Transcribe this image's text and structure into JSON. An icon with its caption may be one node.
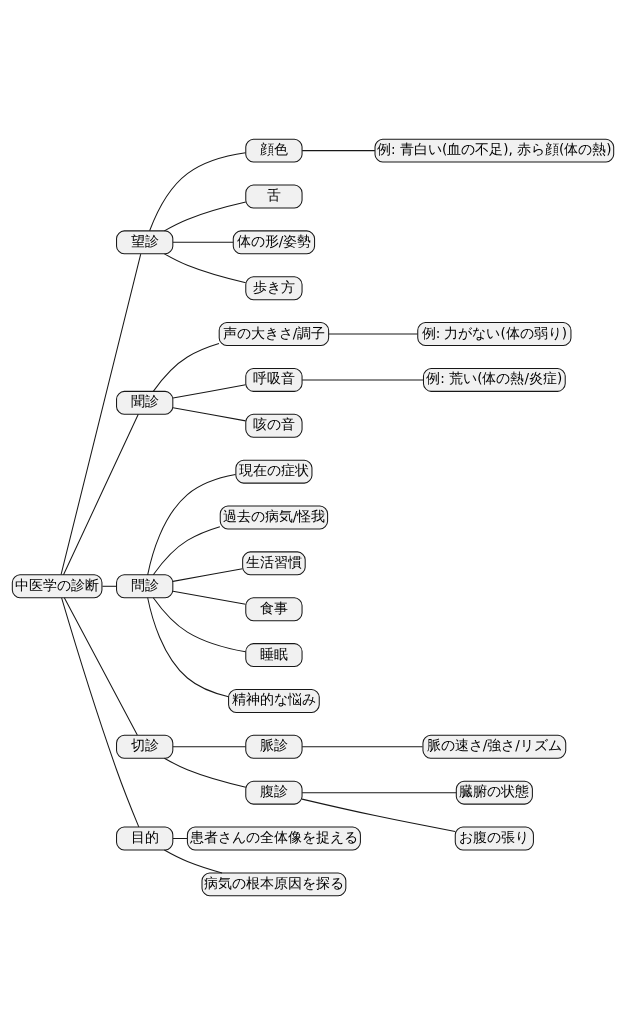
{
  "diagram": {
    "nodes": [
      {
        "text": [
          "中医学の診断"
        ]
      },
      {
        "text": [
          "望診"
        ]
      },
      {
        "text": [
          "顔色"
        ]
      },
      {
        "text": [
          "例: 青白い(血の不足), 赤ら顔(体の熱)"
        ]
      },
      {
        "text": [
          "舌"
        ]
      },
      {
        "text": [
          "体の形/姿勢"
        ]
      },
      {
        "text": [
          "歩き方"
        ]
      },
      {
        "text": [
          "聞診"
        ]
      },
      {
        "text": [
          "声の大きさ/調子"
        ]
      },
      {
        "text": [
          "例: 力がない(体の弱り)"
        ]
      },
      {
        "text": [
          "呼吸音"
        ]
      },
      {
        "text": [
          "例: 荒い(体の熱/炎症)"
        ]
      },
      {
        "text": [
          "咳の音"
        ]
      },
      {
        "text": [
          "問診"
        ]
      },
      {
        "text": [
          "現在の症状"
        ]
      },
      {
        "text": [
          "過去の病気/怪我"
        ]
      },
      {
        "text": [
          "生活習慣"
        ]
      },
      {
        "text": [
          "食事"
        ]
      },
      {
        "text": [
          "睡眠"
        ]
      },
      {
        "text": [
          "精神的な悩み"
        ]
      },
      {
        "text": [
          "切診"
        ]
      },
      {
        "text": [
          "脈診"
        ]
      },
      {
        "text": [
          "脈の速さ/強さ/リズム"
        ]
      },
      {
        "text": [
          "腹診"
        ]
      },
      {
        "text": [
          "臓腑の状態"
        ]
      },
      {
        "text": [
          "お腹の張り"
        ]
      },
      {
        "text": [
          "目的"
        ]
      },
      {
        "text": [
          "患者さんの全体像を捉える"
        ]
      },
      {
        "text": [
          "病気の根本原因を探る"
        ]
      }
    ],
    "edges": [
      {
        "from": 0,
        "to": 1,
        "arrow": "none"
      },
      {
        "from": 1,
        "to": 2,
        "arrow": "none"
      },
      {
        "from": 2,
        "to": 3,
        "arrow": "none"
      },
      {
        "from": 1,
        "to": 4,
        "arrow": "none"
      },
      {
        "from": 1,
        "to": 5,
        "arrow": "none"
      },
      {
        "from": 1,
        "to": 6,
        "arrow": "none"
      },
      {
        "from": 0,
        "to": 7,
        "arrow": "none"
      },
      {
        "from": 7,
        "to": 8,
        "arrow": "none"
      },
      {
        "from": 8,
        "to": 9,
        "arrow": "none"
      },
      {
        "from": 7,
        "to": 10,
        "arrow": "none"
      },
      {
        "from": 10,
        "to": 11,
        "arrow": "none"
      },
      {
        "from": 7,
        "to": 12,
        "arrow": "none"
      },
      {
        "from": 0,
        "to": 13,
        "arrow": "none"
      },
      {
        "from": 13,
        "to": 14,
        "arrow": "none"
      },
      {
        "from": 13,
        "to": 15,
        "arrow": "none"
      },
      {
        "from": 13,
        "to": 16,
        "arrow": "none"
      },
      {
        "from": 13,
        "to": 17,
        "arrow": "none"
      },
      {
        "from": 13,
        "to": 18,
        "arrow": "none"
      },
      {
        "from": 13,
        "to": 19,
        "arrow": "none"
      },
      {
        "from": 0,
        "to": 20,
        "arrow": "none"
      },
      {
        "from": 20,
        "to": 21,
        "arrow": "none"
      },
      {
        "from": 21,
        "to": 22,
        "arrow": "none"
      },
      {
        "from": 20,
        "to": 23,
        "arrow": "none"
      },
      {
        "from": 23,
        "to": 24,
        "arrow": "none"
      },
      {
        "from": 23,
        "to": 25,
        "arrow": "none"
      },
      {
        "from": 0,
        "to": 26,
        "arrow": "none"
      },
      {
        "from": 26,
        "to": 27,
        "arrow": "none"
      },
      {
        "from": 26,
        "to": 28,
        "arrow": "none"
      }
    ]
  }
}
